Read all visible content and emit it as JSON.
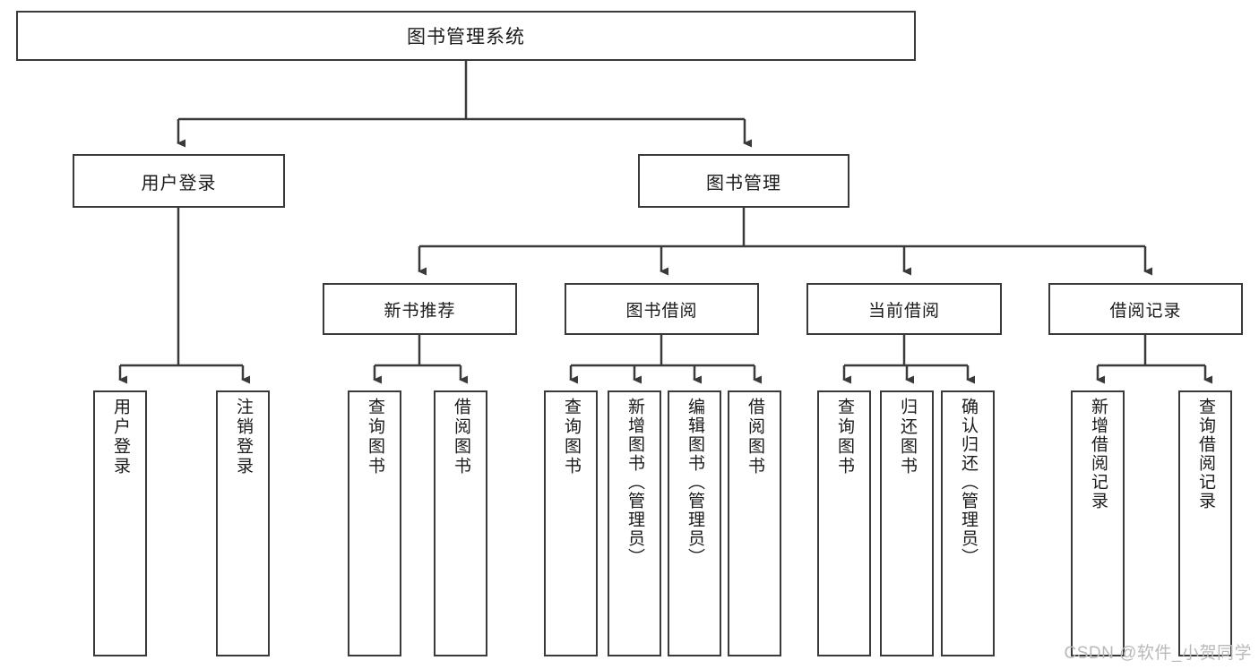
{
  "diagram": {
    "title": "图书管理系统",
    "type": "tree",
    "colors": {
      "box_border": "#3a3a3a",
      "box_fill": "#ffffff",
      "connector": "#3a3a3a",
      "text": "#1a1a1a",
      "watermark": "#b9b9b9",
      "background": "#ffffff"
    },
    "root": {
      "label": "图书管理系统"
    },
    "level1": [
      {
        "label": "用户登录"
      },
      {
        "label": "图书管理"
      }
    ],
    "level2": [
      {
        "label": "新书推荐"
      },
      {
        "label": "图书借阅"
      },
      {
        "label": "当前借阅"
      },
      {
        "label": "借阅记录"
      }
    ],
    "leaves": {
      "user_login": [
        {
          "label": "用户登录"
        },
        {
          "label": "注销登录"
        }
      ],
      "new_book_recommend": [
        {
          "label": "查询图书"
        },
        {
          "label": "借阅图书"
        }
      ],
      "book_borrow": [
        {
          "label": "查询图书"
        },
        {
          "label": "新增图书（管理员）"
        },
        {
          "label": "编辑图书（管理员）"
        },
        {
          "label": "借阅图书"
        }
      ],
      "current_borrow": [
        {
          "label": "查询图书"
        },
        {
          "label": "归还图书"
        },
        {
          "label": "确认归还（管理员）"
        }
      ],
      "borrow_record": [
        {
          "label": "新增借阅记录"
        },
        {
          "label": "查询借阅记录"
        }
      ]
    },
    "watermark": "CSDN @软件_小贺同学"
  }
}
